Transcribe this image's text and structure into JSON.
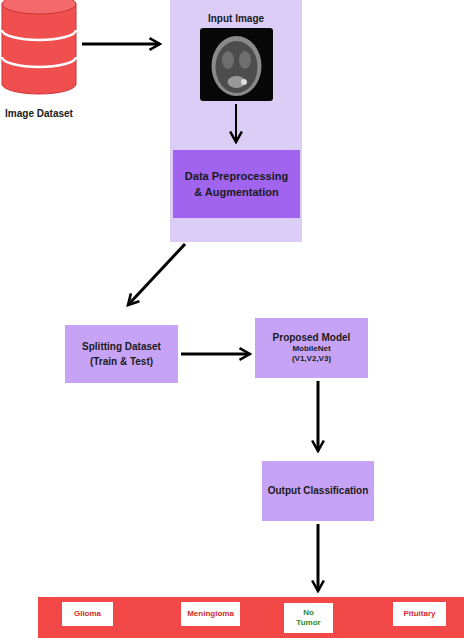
{
  "diagram": {
    "nodes": [
      {
        "text": [
          "Image Dataset"
        ]
      },
      {
        "text": [
          "Input Image"
        ]
      },
      {
        "text": [
          "Data Preprocessing & Augmentation"
        ],
        "in": 1
      },
      {
        "text": [
          "Splitting Dataset (Train & Test)"
        ]
      },
      {
        "text": [
          "Proposed Model",
          "MobileNet (V1,V2,V3)"
        ]
      },
      {
        "text": [
          "Output Classification"
        ]
      },
      {
        "text": []
      },
      {
        "text": [
          "Glioma"
        ],
        "in": 6
      },
      {
        "text": [
          "Meningioma"
        ],
        "in": 6
      },
      {
        "text": [
          "No Tumor"
        ],
        "in": 6
      },
      {
        "text": [
          "Pituitary"
        ],
        "in": 6
      }
    ],
    "edges": [
      {
        "from": 0,
        "to": 1,
        "arrow": "to"
      },
      {
        "from": 1,
        "to": 2,
        "arrow": "to"
      },
      {
        "from": 1,
        "to": 3,
        "arrow": "to"
      },
      {
        "from": 3,
        "to": 4,
        "arrow": "to"
      },
      {
        "from": 4,
        "to": 5,
        "arrow": "to"
      },
      {
        "from": 5,
        "to": 6,
        "arrow": "to"
      }
    ]
  }
}
